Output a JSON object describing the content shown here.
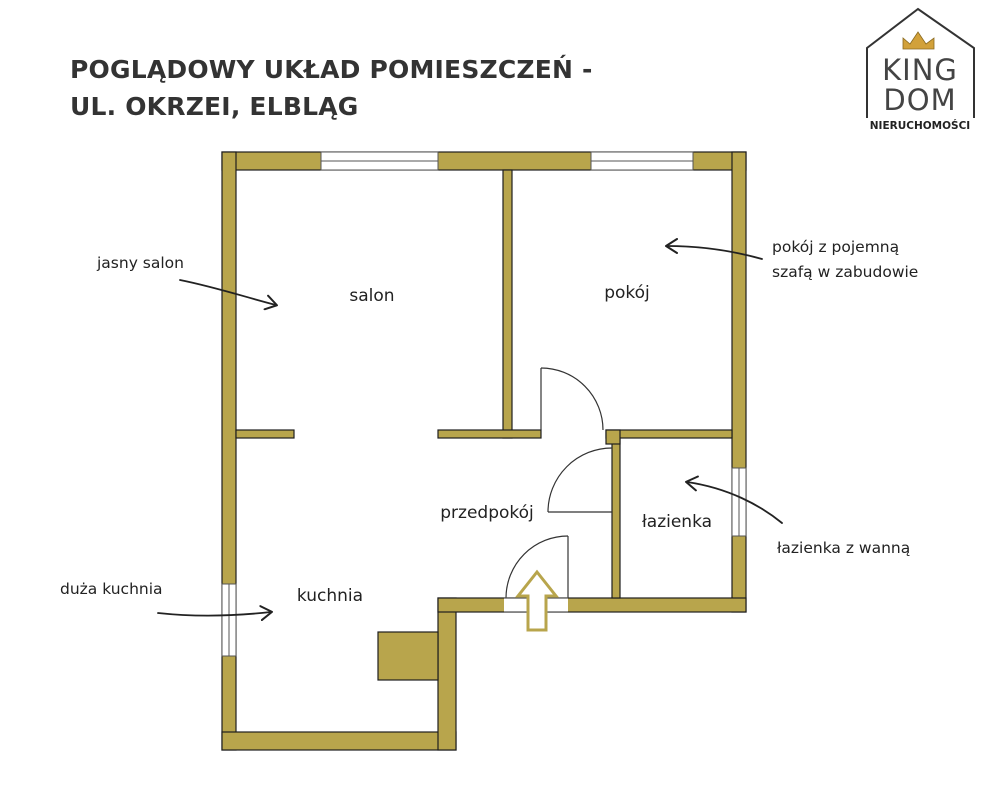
{
  "title": {
    "line1": "POGLĄDOWY UKŁAD POMIESZCZEŃ -",
    "line2": "UL. OKRZEI, ELBLĄG"
  },
  "logo": {
    "word_top": "KING",
    "word_bottom": "DOM",
    "subtitle": "NIERUCHOMOŚCI",
    "icon": "house-crown-icon"
  },
  "rooms": {
    "salon": "salon",
    "pokoj": "pokój",
    "przedpokoj": "przedpokój",
    "lazienka": "łazienka",
    "kuchnia": "kuchnia"
  },
  "annotations": {
    "salon": "jasny salon",
    "pokoj_line1": "pokój z pojemną",
    "pokoj_line2": "szafą w zabudowie",
    "lazienka": "łazienka z wanną",
    "kuchnia": "duża kuchnia"
  },
  "icons": {
    "entrance": "entrance-arrow-icon",
    "annotation_arrow": "curved-arrow-icon"
  },
  "colors": {
    "wall": "#b8a54c",
    "wall_outline": "#1e1e1e",
    "text": "#222222",
    "title": "#333333"
  }
}
